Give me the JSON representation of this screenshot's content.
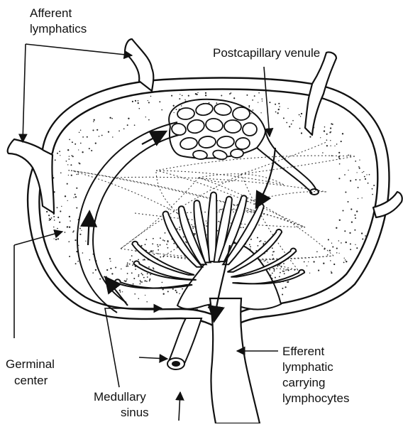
{
  "labels": {
    "afferent_line1": "Afferent",
    "afferent_line2": "lymphatics",
    "postcapillary": "Postcapillary venule",
    "germinal_line1": "Germinal",
    "germinal_line2": "center",
    "medullary_line1": "Medullary",
    "medullary_line2": "sinus",
    "efferent_line1": "Efferent",
    "efferent_line2": "lymphatic",
    "efferent_line3": "carrying",
    "efferent_line4": "lymphocytes"
  },
  "colors": {
    "ink": "#111111",
    "paper": "#ffffff"
  }
}
